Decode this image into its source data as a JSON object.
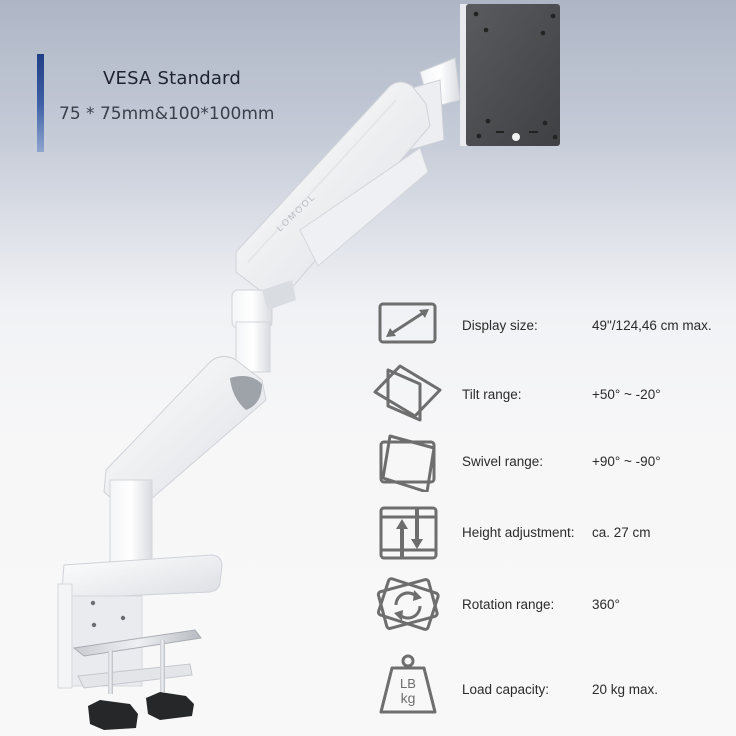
{
  "vesa": {
    "title": "VESA Standard",
    "subtitle": "75 * 75mm&100*100mm",
    "accent_color": "#2b4c96"
  },
  "product": {
    "name": "white gas-spring monitor arm with desk clamp",
    "brand_mark": "LOMOOL"
  },
  "specs": [
    {
      "icon": "display-size-icon",
      "label": "Display size:",
      "value": "49\"/124,46 cm max."
    },
    {
      "icon": "tilt-icon",
      "label": "Tilt range:",
      "value": "+50° ~ -20°"
    },
    {
      "icon": "swivel-icon",
      "label": "Swivel range:",
      "value": "+90° ~ -90°"
    },
    {
      "icon": "height-adjust-icon",
      "label": "Height adjustment:",
      "value": "ca. 27 cm"
    },
    {
      "icon": "rotation-icon",
      "label": "Rotation range:",
      "value": "360°"
    },
    {
      "icon": "load-weight-icon",
      "label": "Load capacity:",
      "value": "20 kg max.",
      "icon_text_top": "LB",
      "icon_text_bottom": "kg"
    }
  ],
  "colors": {
    "icon_stroke": "#6e6e6e",
    "text": "#2b2b2b",
    "background_top": "#aeb6c6",
    "background_bottom": "#f8f8f8"
  }
}
